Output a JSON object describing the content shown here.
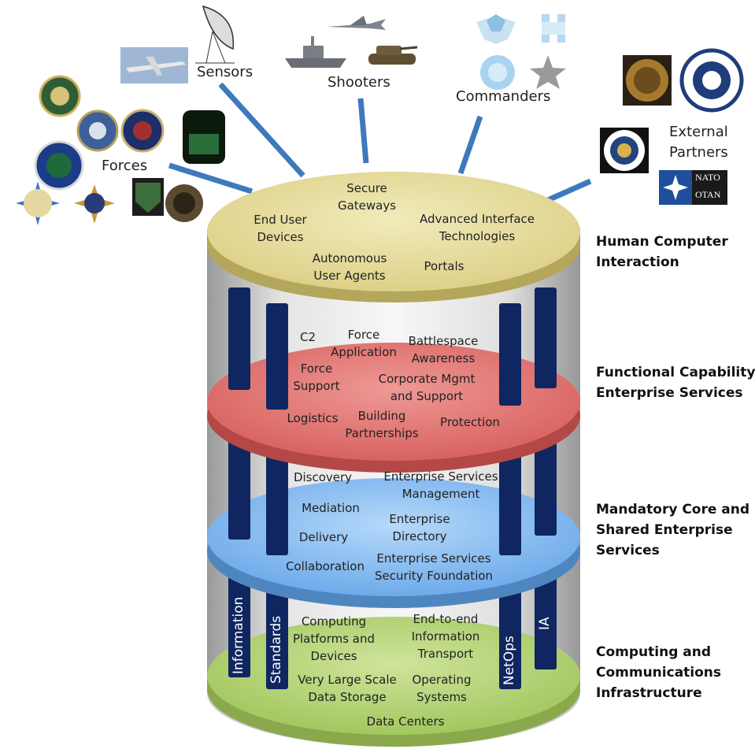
{
  "groups": {
    "sensors": "Sensors",
    "shooters": "Shooters",
    "commanders": "Commanders",
    "external_partners": "External\nPartners",
    "forces": "Forces"
  },
  "layers": {
    "hci": {
      "title": "Human Computer\nInteraction",
      "items": [
        "Secure\nGateways",
        "End User\nDevices",
        "Advanced Interface\nTechnologies",
        "Autonomous\nUser Agents",
        "Portals"
      ]
    },
    "functional": {
      "title": "Functional Capability\nEnterprise Services",
      "items": [
        "C2",
        "Force\nApplication",
        "Battlespace\nAwareness",
        "Force\nSupport",
        "Corporate Mgmt\nand Support",
        "Logistics",
        "Building\nPartnerships",
        "Protection"
      ]
    },
    "core": {
      "title": "Mandatory Core and\nShared Enterprise\nServices",
      "items": [
        "Discovery",
        "Enterprise Services\nManagement",
        "Mediation",
        "Enterprise\nDirectory",
        "Delivery",
        "Collaboration",
        "Enterprise Services\nSecurity Foundation"
      ]
    },
    "infrastructure": {
      "title": "Computing and\nCommunications\nInfrastructure",
      "items": [
        "Computing\nPlatforms and\nDevices",
        "End-to-end\nInformation\nTransport",
        "Very Large Scale\nData Storage",
        "Operating\nSystems",
        "Data Centers"
      ]
    }
  },
  "pillars": [
    "Information",
    "Standards",
    "NetOps",
    "IA"
  ],
  "partner_logos": {
    "nato": "NATO",
    "otan": "OTAN"
  },
  "colors": {
    "hci": "#e6dc9a",
    "functional": "#e07b78",
    "core": "#8cc1f2",
    "infrastructure": "#b8d67a",
    "pillar": "#0f2660",
    "connector": "#3f79bd"
  }
}
